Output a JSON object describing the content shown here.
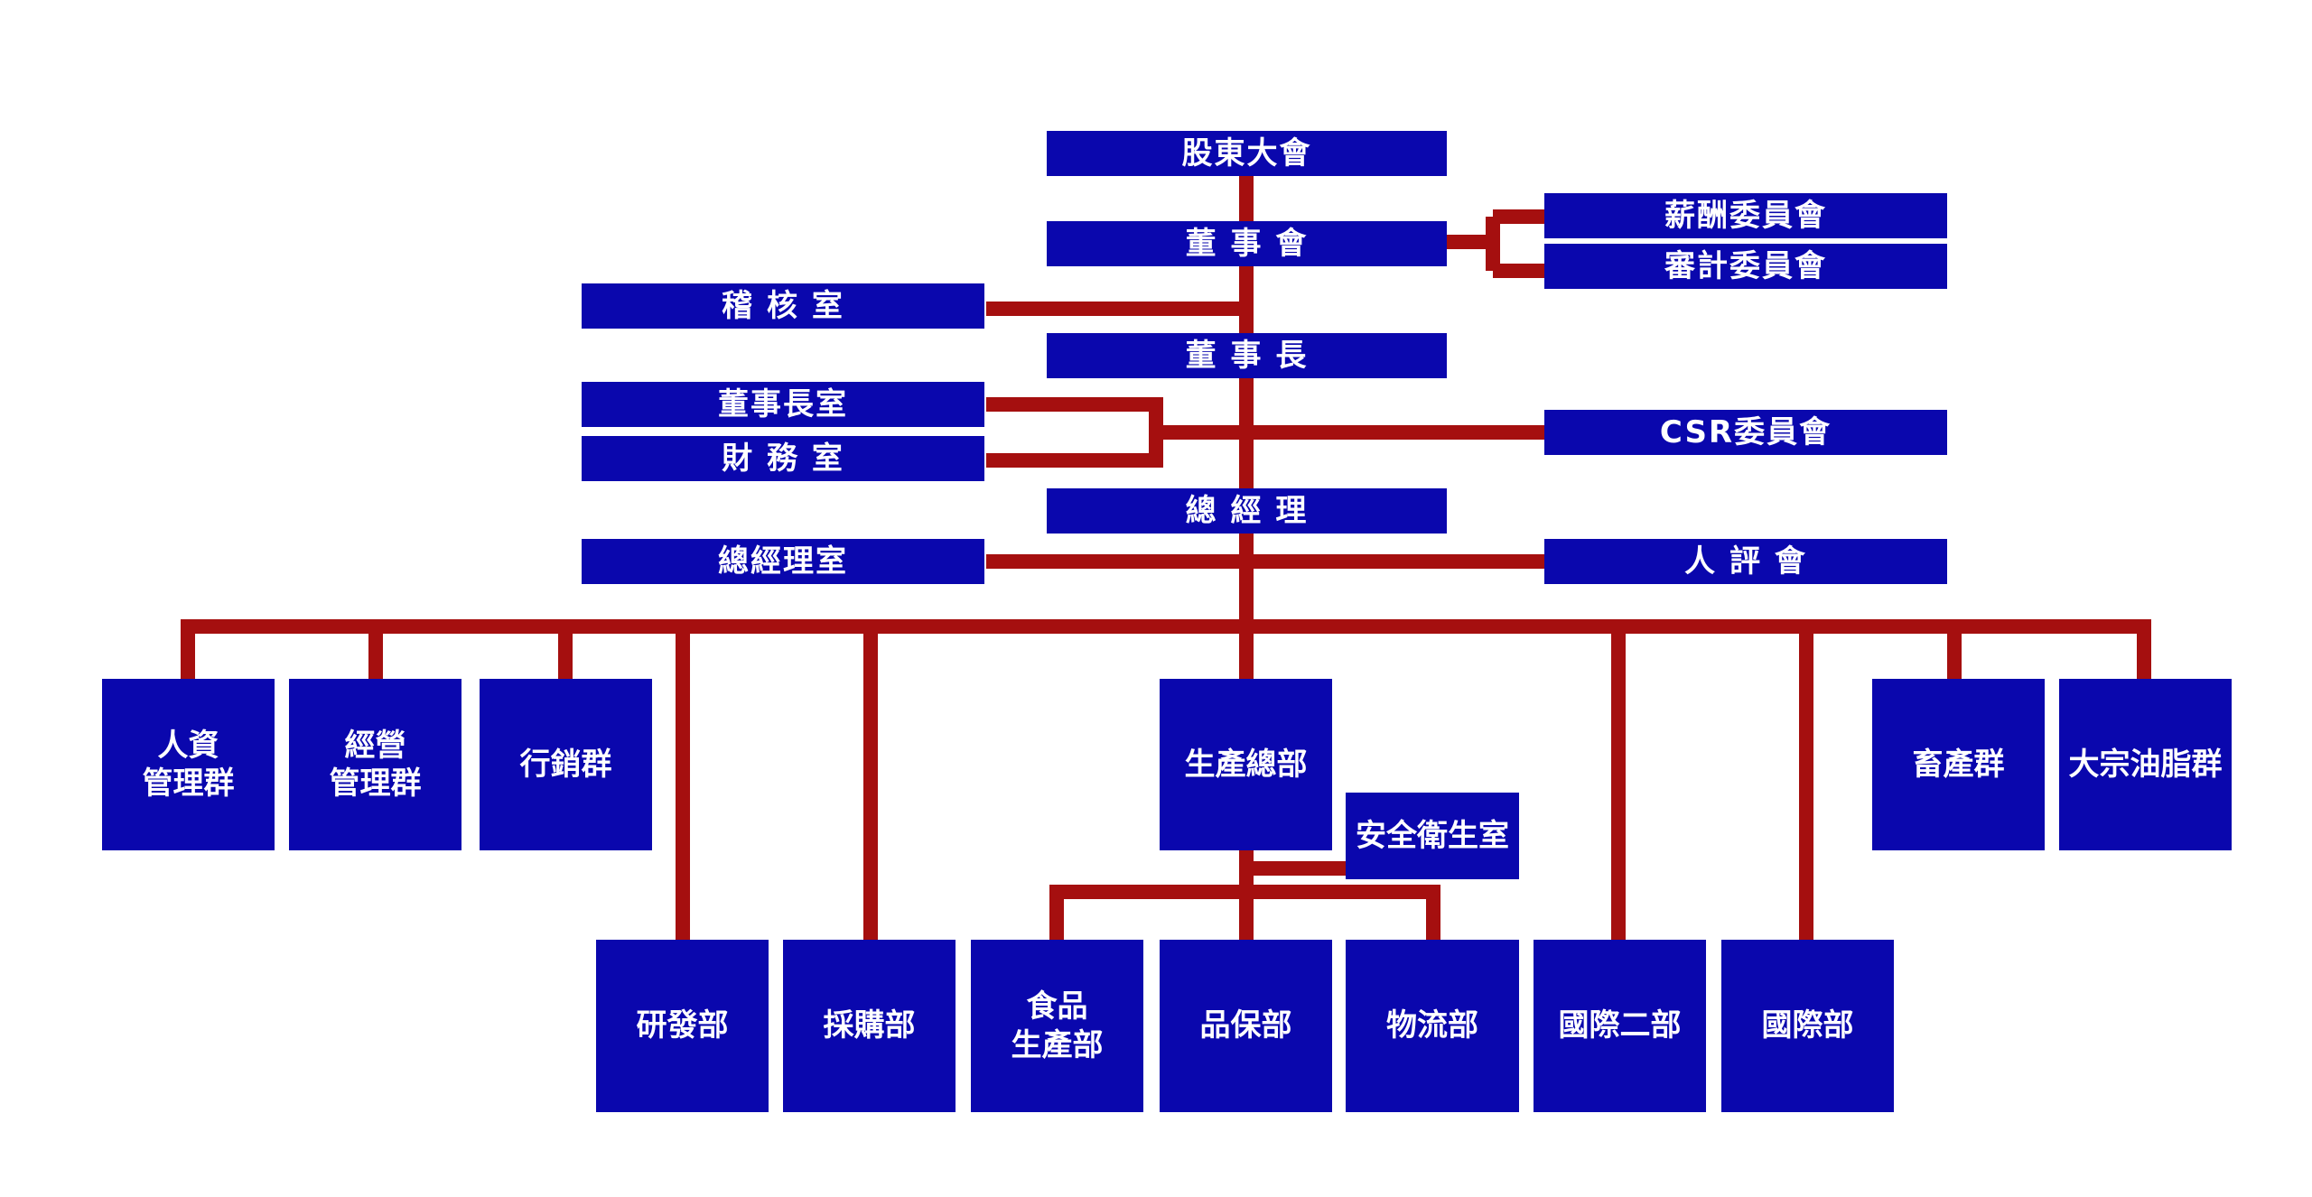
{
  "org": {
    "shareholders": "股東大會",
    "board": "董 事 會",
    "compensation_committee": "薪酬委員會",
    "audit_committee": "審計委員會",
    "audit_office": "稽 核 室",
    "chairman": "董 事 長",
    "chairman_office": "董事長室",
    "finance_office": "財 務 室",
    "csr_committee": "CSR委員會",
    "general_manager": "總 經 理",
    "gm_office": "總經理室",
    "personnel_committee": "人 評 會",
    "hr_group": "人資\n管理群",
    "management_group": "經營\n管理群",
    "marketing_group": "行銷群",
    "production_hq": "生產總部",
    "safety_office": "安全衛生室",
    "livestock_group": "畜產群",
    "bulk_oil_group": "大宗油脂群",
    "rd_dept": "研發部",
    "purchasing_dept": "採購部",
    "food_production_dept": "食品\n生產部",
    "qa_dept": "品保部",
    "logistics_dept": "物流部",
    "intl_dept_2": "國際二部",
    "intl_dept": "國際部"
  },
  "colors": {
    "box": "#0a07ad",
    "line": "#a50f0f",
    "text": "#ffffff"
  }
}
